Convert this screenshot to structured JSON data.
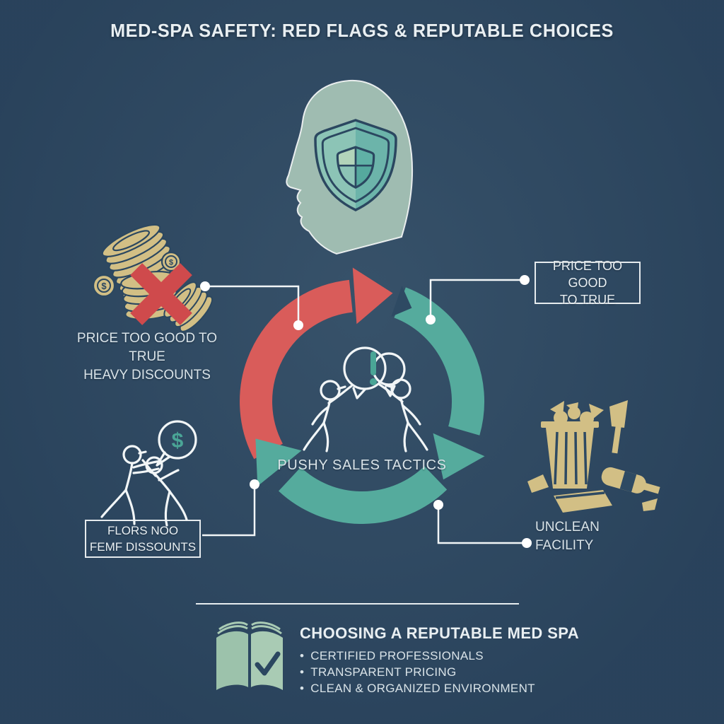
{
  "title": "MED-SPA SAFETY: RED FLAGS & REPUTABLE CHOICES",
  "cycle": {
    "label": "PUSHY SALES TACTICS",
    "alert_symbol": "!"
  },
  "red_flags": {
    "discount_label": {
      "line1": "PRICE TOO GOOD TO TRUE",
      "line2": "HEAVY DISCOUNTS"
    },
    "price_box": {
      "line1": "PRICE TOO GOOD",
      "line2": "TO TRUE"
    },
    "pushy_box": {
      "line1": "FLORS NOO",
      "line2": "FEMF DISSOUNTS"
    },
    "unclean_label": {
      "line1": "UNCLEAN",
      "line2": "FACILITY"
    },
    "dollar_symbol": "$"
  },
  "footer": {
    "heading": "CHOOSING A REPUTABLE MED SPA",
    "bullet_marker": "•",
    "bullets": [
      "CERTIFIED PROFESSIONALS",
      "TRANSPARENT PRICING",
      "CLEAN & ORGANIZED ENVIRONMENT"
    ]
  },
  "icons": [
    "head-shield-icon",
    "coins-icon",
    "red-x-icon",
    "cycle-arrows",
    "alert-bubble-icon",
    "pushy-figures-icon",
    "dollar-bubble-icon",
    "pressure-figures-icon",
    "trash-icon",
    "bottle-icon",
    "book-check-icon"
  ],
  "colors": {
    "bg": "#2e4a63",
    "red": "#d95c5a",
    "red_deep": "#cf4a4c",
    "teal": "#55ab9d",
    "teal_accent": "#4aa596",
    "tan": "#d2bf85",
    "sage": "#9fbcb1",
    "shield": "#6cb4aa",
    "shield_light": "#8cc4b6",
    "shield_pale": "#b2d4ba",
    "navy": "#2b4760",
    "book_green": "#a9cbb4",
    "text": "#e9eff2",
    "text_dim": "#d9e3e8"
  }
}
